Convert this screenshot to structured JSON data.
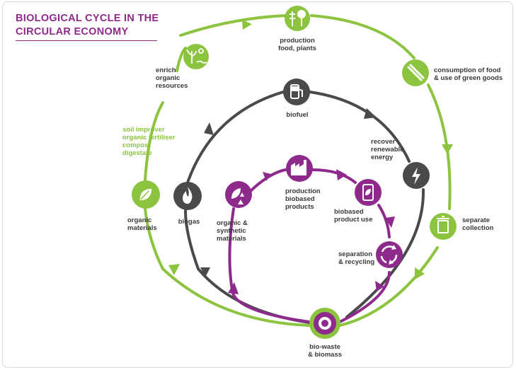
{
  "title": {
    "line1": "BIOLOGICAL CYCLE IN THE",
    "line2": "CIRCULAR ECONOMY"
  },
  "colors": {
    "green": "#8cc43f",
    "gray": "#4a4a4a",
    "purple": "#8e2a8b",
    "label": "#3a3a3a"
  },
  "nodes": {
    "production_food": {
      "label": "production\nfood, plants",
      "icon": "wheat-tree-icon"
    },
    "consumption": {
      "label": "consumption of food\n& use of green goods",
      "icon": "utensils-icon"
    },
    "separate_collection": {
      "label": "separate\ncollection",
      "icon": "bin-icon"
    },
    "bio_waste": {
      "label": "bio-waste\n& biomass",
      "icon": "dot-icon"
    },
    "organic_materials": {
      "label": "organic\nmaterials",
      "icon": "leaf-icon"
    },
    "enrich": {
      "label": "enrich\norganic\nresources",
      "icon": "plant-sun-icon"
    },
    "soil": {
      "label": "soil improver\norganic fertiliser\ncompost\ndigestate"
    },
    "biofuel": {
      "label": "biofuel",
      "icon": "fuel-pump-icon"
    },
    "recover_energy": {
      "label": "recover\nrenewable\nenergy",
      "icon": "lightning-icon"
    },
    "biogas": {
      "label": "biogas",
      "icon": "flame-icon"
    },
    "production_biobased": {
      "label": "production\nbiobased\nproducts",
      "icon": "factory-icon"
    },
    "biobased_use": {
      "label": "biobased\nproduct use",
      "icon": "phone-icon"
    },
    "separation": {
      "label": "separation\n& recycling",
      "icon": "recycle-icon"
    },
    "organic_synthetic": {
      "label": "organic &\nsynthetic\nmaterials",
      "icon": "sprout-icon"
    }
  }
}
